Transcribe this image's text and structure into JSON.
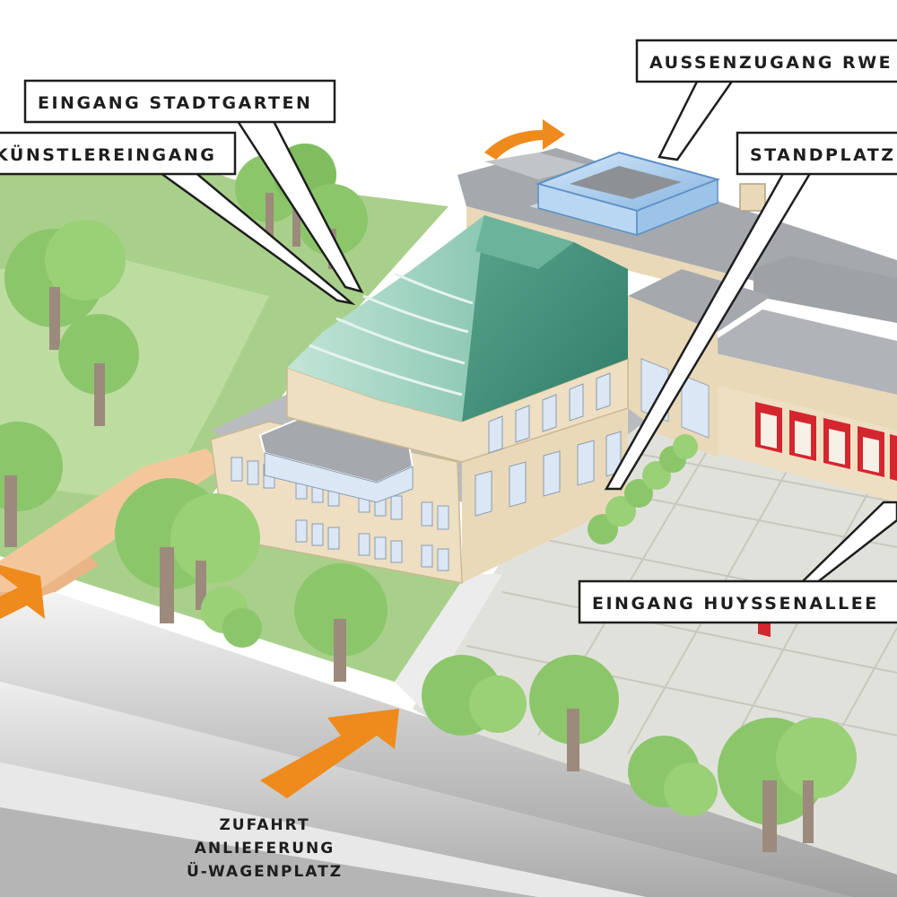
{
  "callouts": {
    "aussenzugang": "AUSSENZUGANG RWE",
    "stadtgarten": "EINGANG STADTGARTEN",
    "kuenstler": "KÜNSTLEREINGANG",
    "standplatz": "STANDPLATZ",
    "huyssenallee": "EINGANG HUYSSENALLEE"
  },
  "access_label": {
    "line1": "ZUFAHRT",
    "line2": "ANLIEFERUNG",
    "line3": "Ü-WAGENPLATZ"
  },
  "colors": {
    "lawn": "#a9d08a",
    "path": "#f3c79b",
    "road": "#c6c6c6",
    "plaza": "#e1e1dc",
    "facade": "#e9d9b9",
    "roof_grey": "#a5a9ad",
    "dome_dark": "#3d8b76",
    "dome_light": "#9fd0bf",
    "glass": "#9cc3e8",
    "arrow": "#ef8a1c",
    "tree_crown": "#8cc66b",
    "tree_trunk": "#9c8a7c",
    "red_panels": "#d4262f"
  }
}
